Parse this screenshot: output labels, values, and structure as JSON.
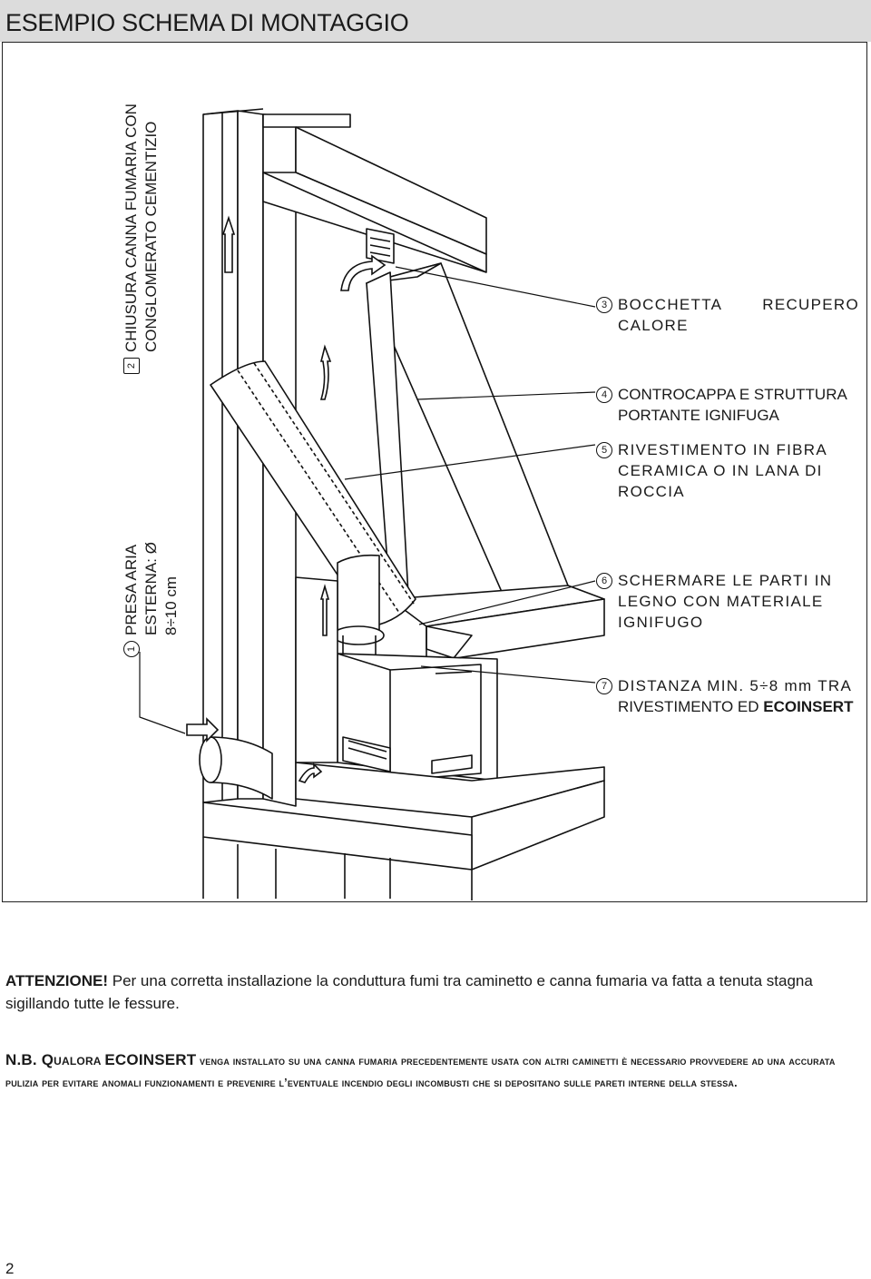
{
  "header": {
    "title": "ESEMPIO SCHEMA DI MONTAGGIO"
  },
  "labels": {
    "l2_num": "2",
    "l2_line1": "CHIUSURA CANNA FUMARIA CON",
    "l2_line2": "CONGLOMERATO CEMENTIZIO",
    "l1_num": "1",
    "l1_line1": "PRESA ARIA",
    "l1_line2": "ESTERNA: Ø",
    "l1_line3": "8÷10 cm",
    "l3_num": "3",
    "l3_a": "BOCCHETTA",
    "l3_b": "RECUPERO",
    "l3_c": "CALORE",
    "l4_num": "4",
    "l4_line1": "CONTROCAPPA E STRUTTURA",
    "l4_line2": "PORTANTE IGNIFUGA",
    "l5_num": "5",
    "l5_line1": "RIVESTIMENTO IN FIBRA",
    "l5_line2": "CERAMICA O IN LANA DI",
    "l5_line3": "ROCCIA",
    "l6_num": "6",
    "l6_line1": "SCHERMARE LE PARTI IN",
    "l6_line2": "LEGNO CON MATERIALE",
    "l6_line3": "IGNIFUGO",
    "l7_num": "7",
    "l7_line1": "DISTANZA MIN. 5÷8 mm TRA",
    "l7_line2a": "RIVESTIMENTO ED",
    "l7_line2b": "ECOINSERT"
  },
  "warning": {
    "title": "ATTENZIONE!",
    "text": "Per una corretta installazione la conduttura fumi tra caminetto e canna fumaria va fatta a tenuta stagna sigillando tutte le fessure."
  },
  "note": {
    "prefix": "N.B. Qualora",
    "brand": "ECOINSERT",
    "text": "venga installato su una canna fumaria precedentemente usata con altri caminetti è necessario provvedere ad una accurata pulizia per evitare anomali funzionamenti e prevenire l’eventuale incendio degli incombusti che si depositano sulle pareti interne della stessa."
  },
  "page": {
    "number": "2"
  }
}
